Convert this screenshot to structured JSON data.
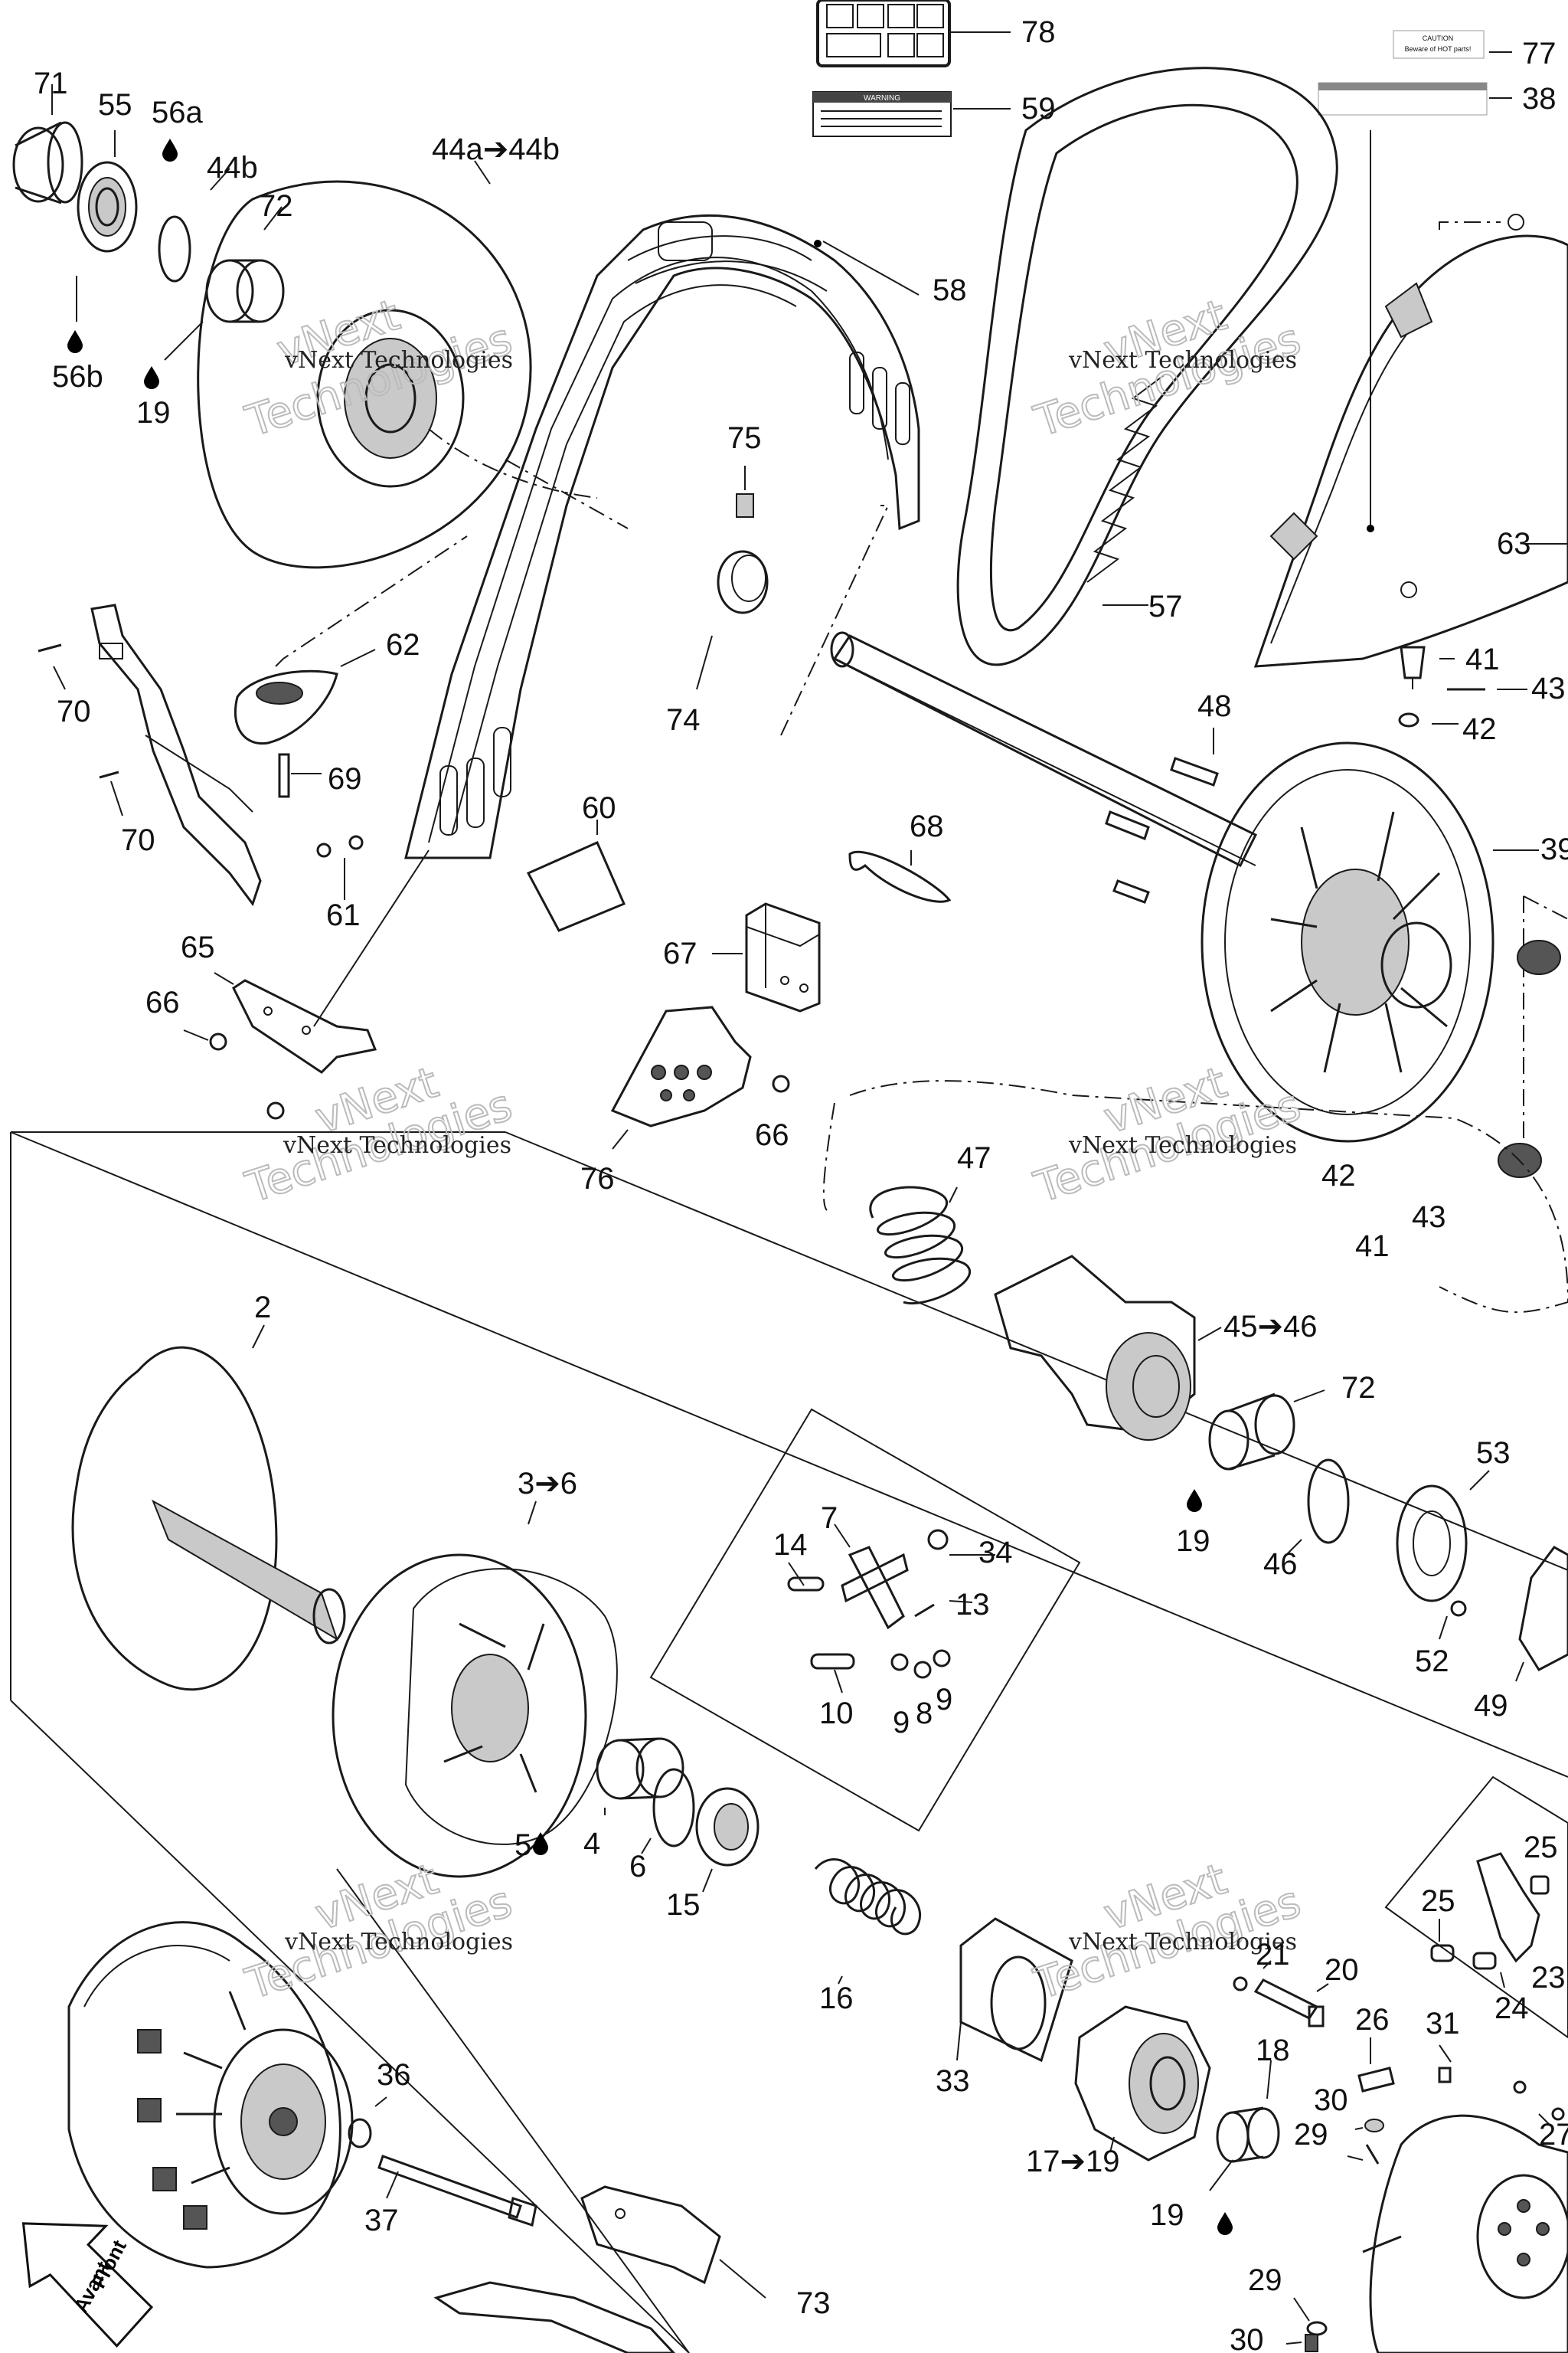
{
  "watermark": {
    "line1": "vNext Technologies",
    "big1": "vNext",
    "big2": "Technologies"
  },
  "labels": {
    "l71": "71",
    "l55": "55",
    "l56a": "56a",
    "l44b": "44b",
    "l72a": "72",
    "l56b": "56b",
    "l19a": "19",
    "l44": "44a➔44b",
    "l78": "78",
    "l59": "59",
    "l77": "77",
    "l38": "38",
    "l58": "58",
    "l75": "75",
    "l74": "74",
    "l57": "57",
    "l63": "63",
    "l41a": "41",
    "l43a": "43",
    "l42a": "42",
    "l48": "48",
    "l39": "39",
    "l62": "62",
    "l70a": "70",
    "l69": "69",
    "l70b": "70",
    "l60": "60",
    "l61": "61",
    "l68": "68",
    "l67": "67",
    "l65": "65",
    "l66a": "66",
    "l66b": "66",
    "l76": "76",
    "l47": "47",
    "l42b": "42",
    "l43b": "43",
    "l41b": "41",
    "l45": "45➔46",
    "l72b": "72",
    "l19b": "19",
    "l46": "46",
    "l53": "53",
    "l52": "52",
    "l49": "49",
    "l2": "2",
    "l3": "3➔6",
    "l7": "7",
    "l14": "14",
    "l34": "34",
    "l13": "13",
    "l10": "10",
    "l9a": "9",
    "l8": "8",
    "l9b": "9",
    "l5": "5",
    "l4": "4",
    "l6": "6",
    "l15": "15",
    "l16": "16",
    "l21": "21",
    "l20": "20",
    "l33": "33",
    "l17": "17➔19",
    "l18": "18",
    "l19c": "19",
    "l25a": "25",
    "l25b": "25",
    "l23": "23",
    "l24": "24",
    "l26": "26",
    "l31": "31",
    "l30a": "30",
    "l29a": "29",
    "l27": "27",
    "l36": "36",
    "l37": "37",
    "l73": "73",
    "l29b": "29",
    "l30b": "30"
  },
  "caution_sticker": {
    "title": "CAUTION",
    "text": "Beware of HOT parts!"
  },
  "warning_sticker": {
    "title": "WARNING"
  },
  "front_arrow": {
    "line1": "Front",
    "line2": "Avant"
  },
  "icons": [
    "oil-drop-icon",
    "front-arrow-icon"
  ]
}
